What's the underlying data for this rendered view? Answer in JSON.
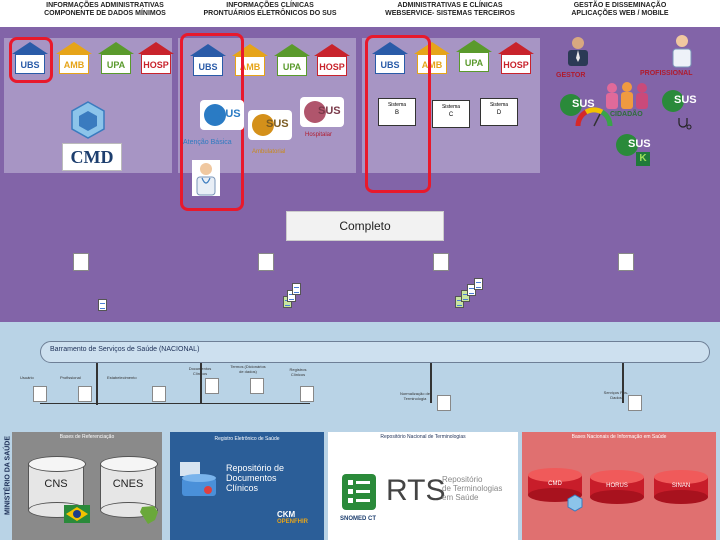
{
  "headers": {
    "col1": [
      "INFORMAÇÕES ADMINISTRATIVAS",
      "COMPONENTE DE DADOS MÍNIMOS"
    ],
    "col2": [
      "INFORMAÇÕES CLÍNICAS",
      "PRONTUÁRIOS ELETRÔNICOS DO SUS"
    ],
    "col3": [
      "ADMINISTRATIVAS E CLÍNICAS",
      "WEBSERVICE- SISTEMAS TERCEIROS"
    ],
    "col4": [
      "GESTÃO E DISSEMINAÇÃO",
      "APLICAÇÕES WEB / MOBILE"
    ]
  },
  "facilities": {
    "ubs": "UBS",
    "amb": "AMB",
    "upa": "UPA",
    "hosp": "HOSP"
  },
  "cmd_logo": "CMD",
  "esus_label": "SUS",
  "captions": {
    "atencao_basica": "Atenção Básica",
    "hospitalar": "Hospitalar",
    "ambulatorial": "Ambulatorial",
    "gestor": "GESTOR",
    "profissional": "PROFISSIONAL",
    "cidadao": "CIDADÃO"
  },
  "systems": [
    {
      "line1": "Sistema",
      "line2": "B"
    },
    {
      "line1": "Sistema",
      "line2": "C"
    },
    {
      "line1": "Sistema",
      "line2": "D"
    }
  ],
  "completo": "Completo",
  "bus": {
    "label": "Barramento de Serviços de Saúde (NACIONAL)",
    "services": {
      "usuario": "Usuário",
      "profissional": "Profissional",
      "estabelecimento": "Estabelecimento",
      "documentos": "Documentos Clínicos",
      "termos": "Termos (Dicionários de dados)",
      "registros": "Registros Clínicos",
      "normalizacao": "Normalização de Terminologia",
      "servicos": "Serviços Pós-Dados"
    }
  },
  "side_label": "MINISTÉRIO DA SAÚDE",
  "cards": {
    "base_federacao": "Bases de Referenciação",
    "cns": "CNS",
    "cnes": "CNES",
    "registro_eletronico": "Registro Eletrônico de Saúde",
    "repositorio": [
      "Repositório de",
      "Documentos",
      "Clínicos"
    ],
    "ckm": "CKM",
    "openfhir": "OPENFHIR",
    "rts_title": "Repositório Nacional de Terminologias",
    "rts": "RTS",
    "rts_sub": [
      "Repositório",
      "de Terminologias",
      "em Saúde"
    ],
    "snomed": "SNOMED CT",
    "bases_nacionais": "Bases Nacionais de Informação em Saúde",
    "cyl_a": "CMD",
    "cyl_b": "HORUS",
    "cyl_c": "SINAN"
  },
  "colors": {
    "top_panel": "#8264a8",
    "bottom_panel": "#b9d3e6",
    "red_highlight": "#e8192c",
    "ubs": "#2a5ba8",
    "amb": "#e6a419",
    "upa": "#5a9a2c",
    "hosp": "#c8232c"
  }
}
